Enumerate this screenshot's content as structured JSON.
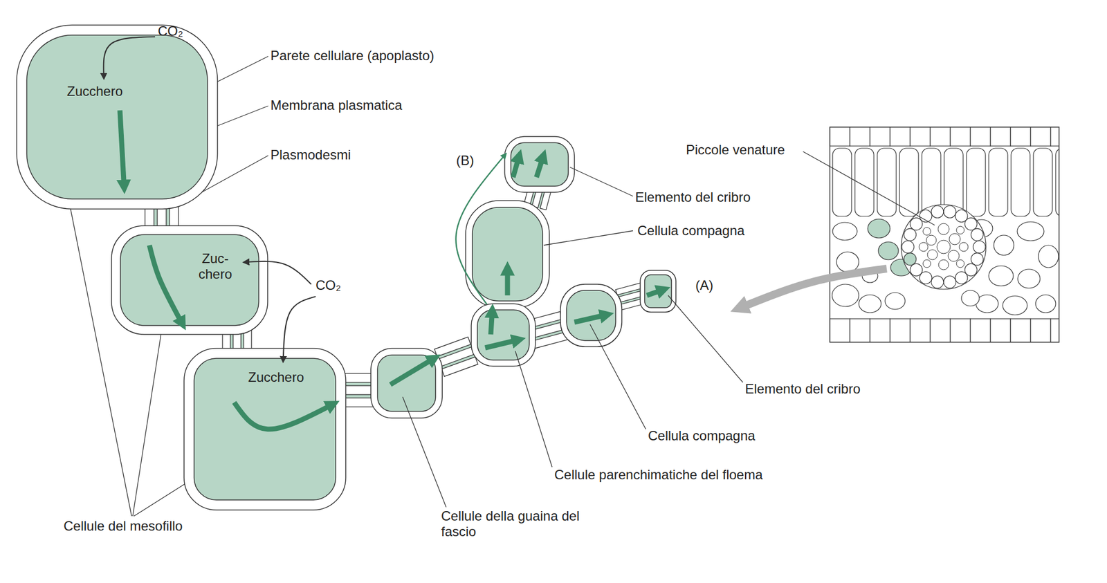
{
  "diagram": {
    "nodes": [
      {
        "text": [
          "Zucchero"
        ]
      },
      {
        "text": [
          "Zuc- chero"
        ]
      },
      {
        "text": [
          "Zucchero"
        ]
      }
    ],
    "labels": [
      "CO₂",
      "Parete cellulare (apoplasto)",
      "Membrana plasmatica",
      "Plasmodesmi",
      "(B)",
      "Elemento del cribro",
      "Cellula compagna",
      "Piccole venature",
      "CO₂",
      "(A)",
      "Elemento del cribro",
      "Cellula compagna",
      "Cellule parenchimatiche del floema",
      "Cellule della guaina del fascio",
      "Cellule del mesofillo"
    ]
  }
}
